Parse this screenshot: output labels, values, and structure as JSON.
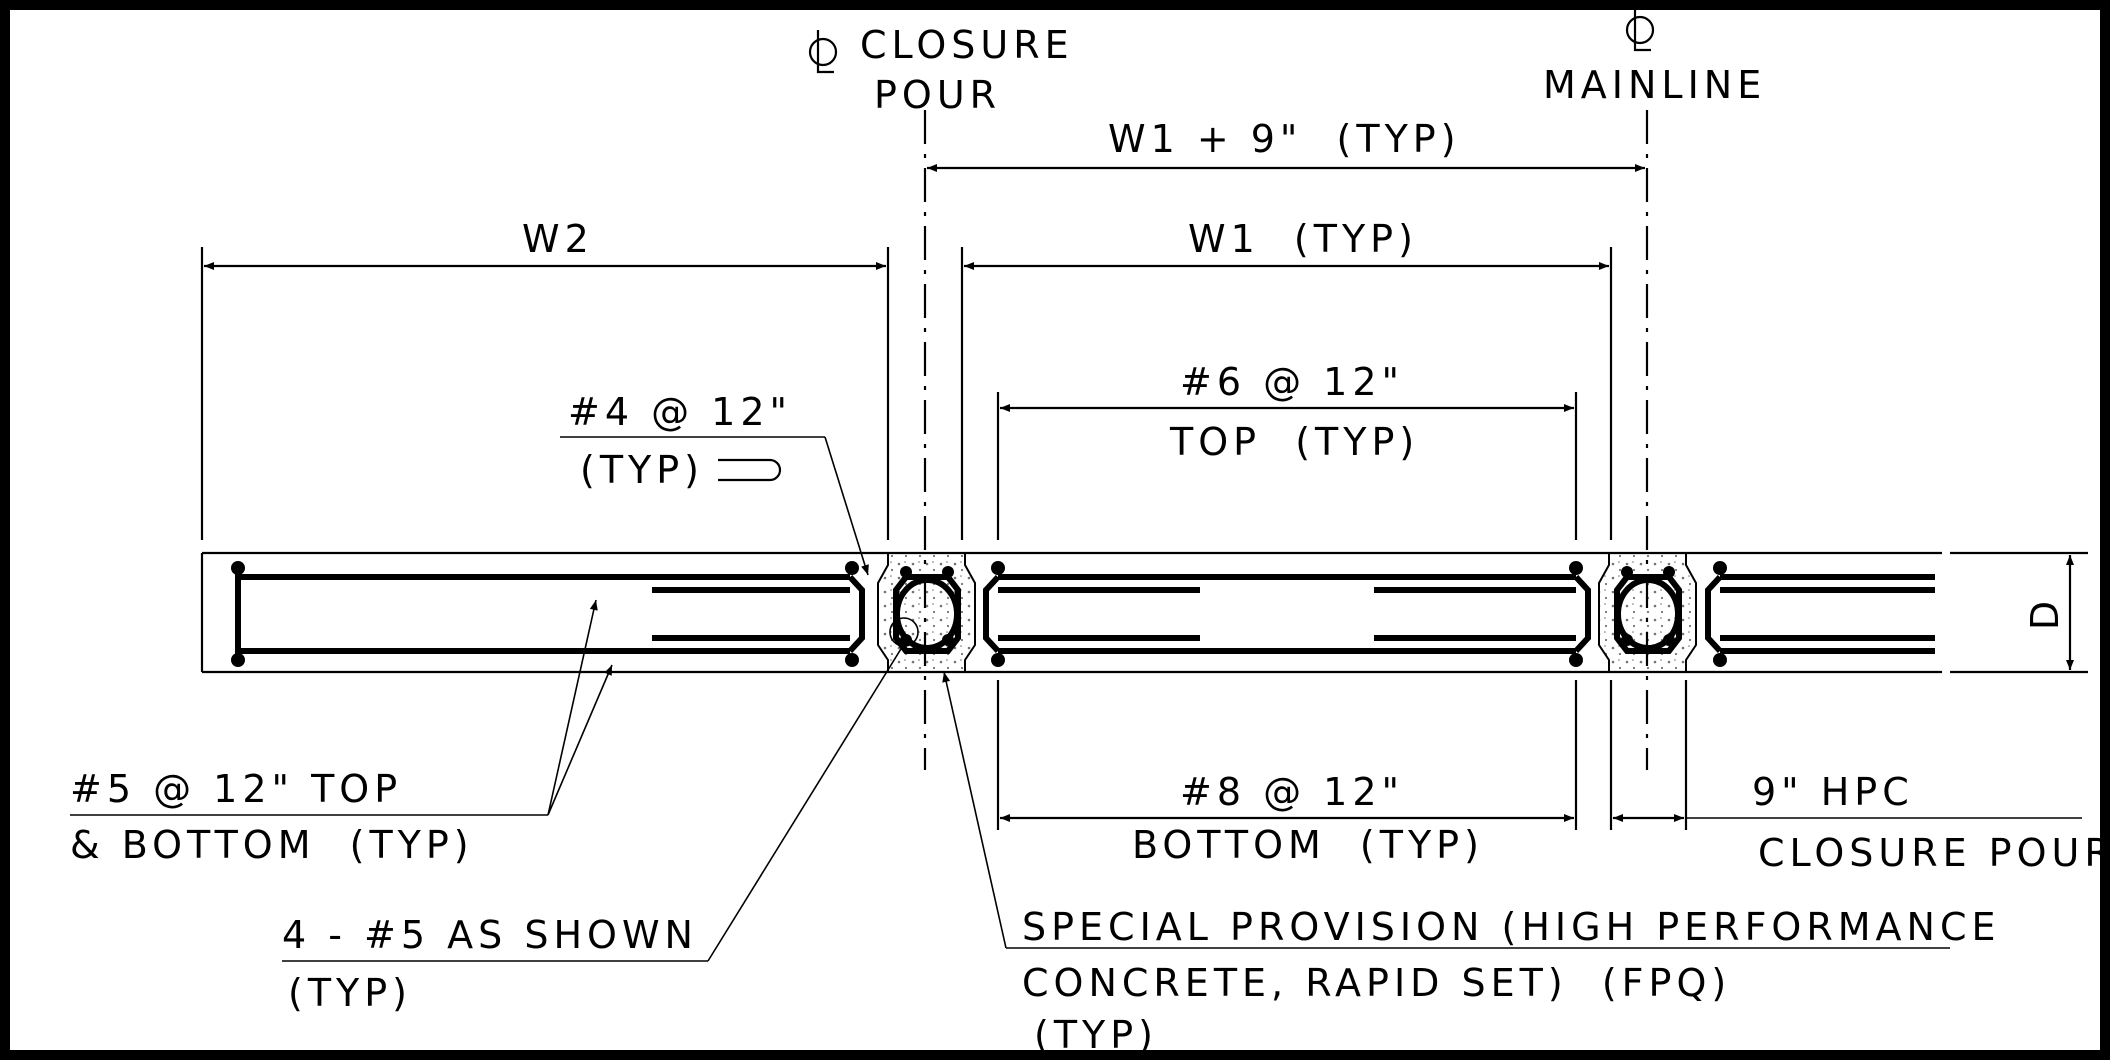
{
  "labels": {
    "cl_closure_line1": "CLOSURE",
    "cl_closure_line2": "POUR",
    "cl_mainline": "MAINLINE",
    "w1_plus_9": "W1 + 9\"  (TYP)",
    "w2": "W2",
    "w1_typ": "W1  (TYP)",
    "bar4_line1": "#4 @ 12\"",
    "bar4_line2": "(TYP)",
    "bar6_line1": "#6 @ 12\"",
    "bar6_line2": "TOP  (TYP)",
    "dim_d": "D",
    "bar5_line1": "#5 @ 12\" TOP",
    "bar5_line2": "& BOTTOM  (TYP)",
    "bar8_line1": "#8 @ 12\"",
    "bar8_line2": "BOTTOM  (TYP)",
    "hpc_line1": "9\" HPC",
    "hpc_line2": "CLOSURE POUR",
    "four5_line1": "4 - #5 AS SHOWN",
    "four5_line2": "(TYP)",
    "special_line1": "SPECIAL PROVISION (HIGH PERFORMANCE",
    "special_line2": "CONCRETE, RAPID SET)  (FPQ)",
    "special_line3": "(TYP)"
  },
  "colors": {
    "ink": "#000000",
    "paper": "#ffffff"
  }
}
